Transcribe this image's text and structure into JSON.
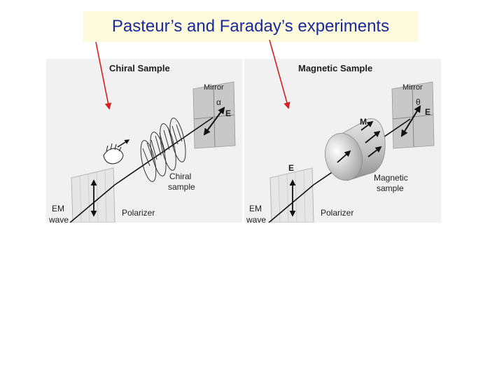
{
  "title": "Pasteur’s and Faraday’s experiments",
  "colors": {
    "title_bg": "#fdfbdc",
    "title_text": "#1a2a9c",
    "pointer_arrows": "#d42020",
    "panel_bg": "#f1f1f1"
  },
  "panels": {
    "chiral": {
      "heading": "Chiral Sample",
      "mirror_label": "Mirror",
      "angle_symbol": "α",
      "field_label": "E",
      "sample_label_line1": "Chiral",
      "sample_label_line2": "sample",
      "polarizer_label": "Polarizer",
      "wave_label_line1": "EM",
      "wave_label_line2": "wave"
    },
    "magnetic": {
      "heading": "Magnetic Sample",
      "mirror_label": "Mirror",
      "angle_symbol": "θ",
      "field_label": "E",
      "magnetization_label": "M",
      "incident_field_label": "E",
      "sample_label_line1": "Magnetic",
      "sample_label_line2": "sample",
      "polarizer_label": "Polarizer",
      "wave_label_line1": "EM",
      "wave_label_line2": "wave"
    }
  }
}
